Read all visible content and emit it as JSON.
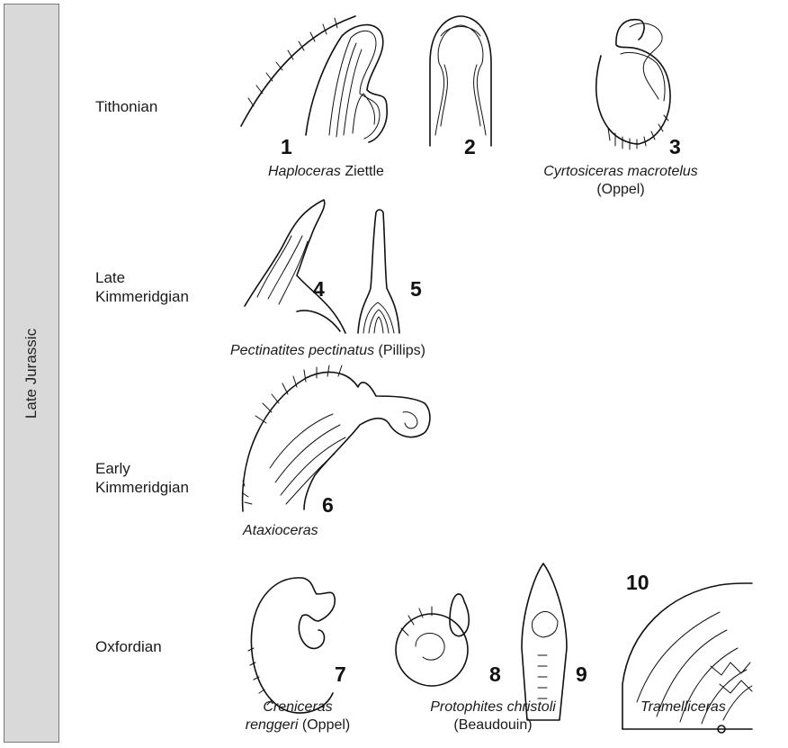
{
  "sidebar": {
    "label": "Late Jurassic"
  },
  "stages": {
    "tithonian": "Tithonian",
    "late_kimmeridgian_line1": "Late",
    "late_kimmeridgian_line2": "Kimmeridgian",
    "early_kimmeridgian_line1": "Early",
    "early_kimmeridgian_line2": "Kimmeridgian",
    "oxfordian": "Oxfordian"
  },
  "figures": {
    "n1": "1",
    "n2": "2",
    "n3": "3",
    "n4": "4",
    "n5": "5",
    "n6": "6",
    "n7": "7",
    "n8": "8",
    "n9": "9",
    "n10": "10"
  },
  "captions": {
    "haploceras_genus": "Haploceras",
    "haploceras_author": " Ziettle",
    "cyrtosiceras_name": "Cyrtosiceras macrotelus",
    "cyrtosiceras_author": "(Oppel)",
    "pectinatites_name": "Pectinatites pectinatus",
    "pectinatites_author": " (Pillips)",
    "ataxioceras": "Ataxioceras",
    "creniceras_line1": "Creniceras",
    "creniceras_name2": "renggeri",
    "creniceras_author": " (Oppel)",
    "protophites_name": "Protophites christoli",
    "protophites_author": "(Beaudouin)",
    "tramelliceras": "Tramelliceras"
  }
}
